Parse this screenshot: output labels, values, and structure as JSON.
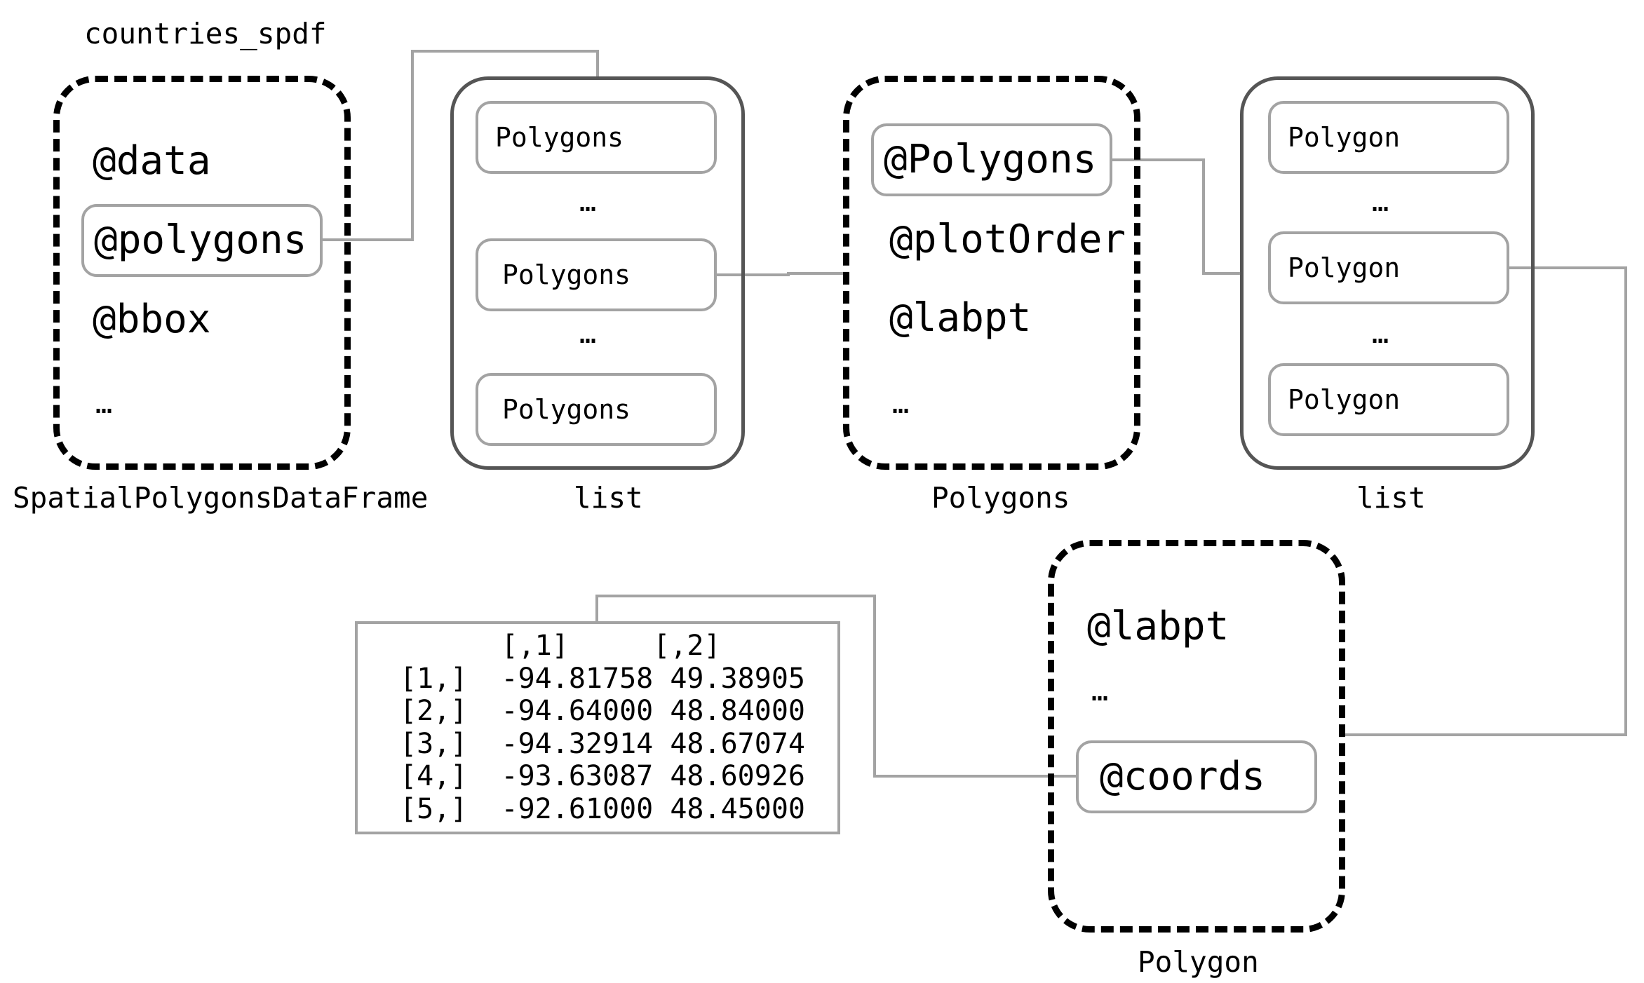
{
  "object_name": "countries_spdf",
  "nodes": {
    "spdf": {
      "class_label": "SpatialPolygonsDataFrame",
      "slots": [
        "@data",
        "@polygons",
        "@bbox",
        "…"
      ]
    },
    "list1": {
      "class_label": "list",
      "items": [
        "Polygons",
        "…",
        "Polygons",
        "…",
        "Polygons"
      ]
    },
    "polygons": {
      "class_label": "Polygons",
      "slots": [
        "@Polygons",
        "@plotOrder",
        "@labpt",
        "…"
      ]
    },
    "list2": {
      "class_label": "list",
      "items": [
        "Polygon",
        "…",
        "Polygon",
        "…",
        "Polygon"
      ]
    },
    "polygon": {
      "class_label": "Polygon",
      "slots": [
        "@labpt",
        "…",
        "@coords"
      ]
    }
  },
  "coords_matrix": {
    "col_headers": [
      "[,1]",
      "[,2]"
    ],
    "rows": [
      {
        "label": "[1,]",
        "x": "-94.81758",
        "y": "49.38905"
      },
      {
        "label": "[2,]",
        "x": "-94.64000",
        "y": "48.84000"
      },
      {
        "label": "[3,]",
        "x": "-94.32914",
        "y": "48.67074"
      },
      {
        "label": "[4,]",
        "x": "-93.63087",
        "y": "48.60926"
      },
      {
        "label": "[5,]",
        "x": "-92.61000",
        "y": "48.45000"
      }
    ]
  },
  "colors": {
    "dashed_border": "#000000",
    "container_border": "#555555",
    "slot_border": "#a3a3a3",
    "connector": "#a3a3a3"
  }
}
